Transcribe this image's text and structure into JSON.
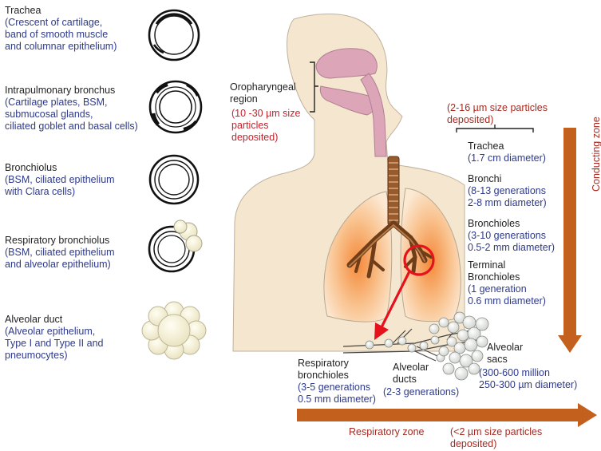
{
  "left_column": [
    {
      "id": "trachea",
      "title": "Trachea",
      "lines": [
        "(Crescent of cartilage,",
        "band of smooth muscle",
        "and columnar epithelium)"
      ]
    },
    {
      "id": "intrapulmonary-bronchus",
      "title": "Intrapulmonary bronchus",
      "lines": [
        "(Cartilage plates, BSM,",
        "submucosal glands,",
        "ciliated goblet and basal cells)"
      ]
    },
    {
      "id": "bronchiolus",
      "title": "Bronchiolus",
      "lines": [
        "(BSM, ciliated epithelium",
        "with Clara cells)"
      ]
    },
    {
      "id": "respiratory-bronchiolus",
      "title": "Respiratory bronchiolus",
      "lines": [
        "(BSM, ciliated epithelium",
        "and alveolar epithelium)"
      ]
    },
    {
      "id": "alveolar-duct",
      "title": "Alveolar duct",
      "lines": [
        "(Alveolar epithelium,",
        "Type I and Type II and",
        "pneumocytes)"
      ]
    }
  ],
  "oropharyngeal": {
    "title_lines": [
      "Oropharyngeal",
      "region"
    ],
    "size_lines": [
      "(10 -30 µm size",
      "particles",
      "deposited)"
    ]
  },
  "conducting_note": [
    "(2-16 µm size particles",
    "deposited)"
  ],
  "conducting_items": [
    {
      "id": "trachea",
      "title": [
        "Trachea"
      ],
      "detail": [
        "(1.7 cm diameter)"
      ]
    },
    {
      "id": "bronchi",
      "title": [
        "Bronchi"
      ],
      "detail": [
        "(8-13 generations",
        "2-8 mm diameter)"
      ]
    },
    {
      "id": "bronchioles",
      "title": [
        "Bronchioles"
      ],
      "detail": [
        "(3-10 generations",
        "0.5-2 mm diameter)"
      ]
    },
    {
      "id": "terminal-bronchioles",
      "title": [
        "Terminal",
        "Bronchioles"
      ],
      "detail": [
        "(1 generation",
        "0.6 mm diameter)"
      ]
    }
  ],
  "conducting_zone_label": "Conducting zone",
  "respiratory_items": [
    {
      "id": "respiratory-bronchioles",
      "title": [
        "Respiratory",
        "bronchioles"
      ],
      "detail": [
        "(3-5 generations",
        "0.5 mm diameter)"
      ]
    },
    {
      "id": "alveolar-ducts",
      "title": [
        "Alveolar",
        "ducts"
      ],
      "detail": [
        "(2-3 generations)"
      ]
    },
    {
      "id": "alveolar-sacs",
      "title": [
        "Alveolar",
        "sacs"
      ],
      "detail": [
        "(300-600 million",
        "250-300 µm diameter)"
      ]
    }
  ],
  "respiratory_zone_label": "Respiratory zone",
  "respiratory_note": [
    "(<2 µm size particles",
    "deposited)"
  ],
  "colors": {
    "label_blue": "#2e3a8c",
    "note_red": "#c8202a",
    "zone_dark_red": "#a52a20",
    "arrow_brown": "#c4601e",
    "skin": "#f5e6cf"
  }
}
